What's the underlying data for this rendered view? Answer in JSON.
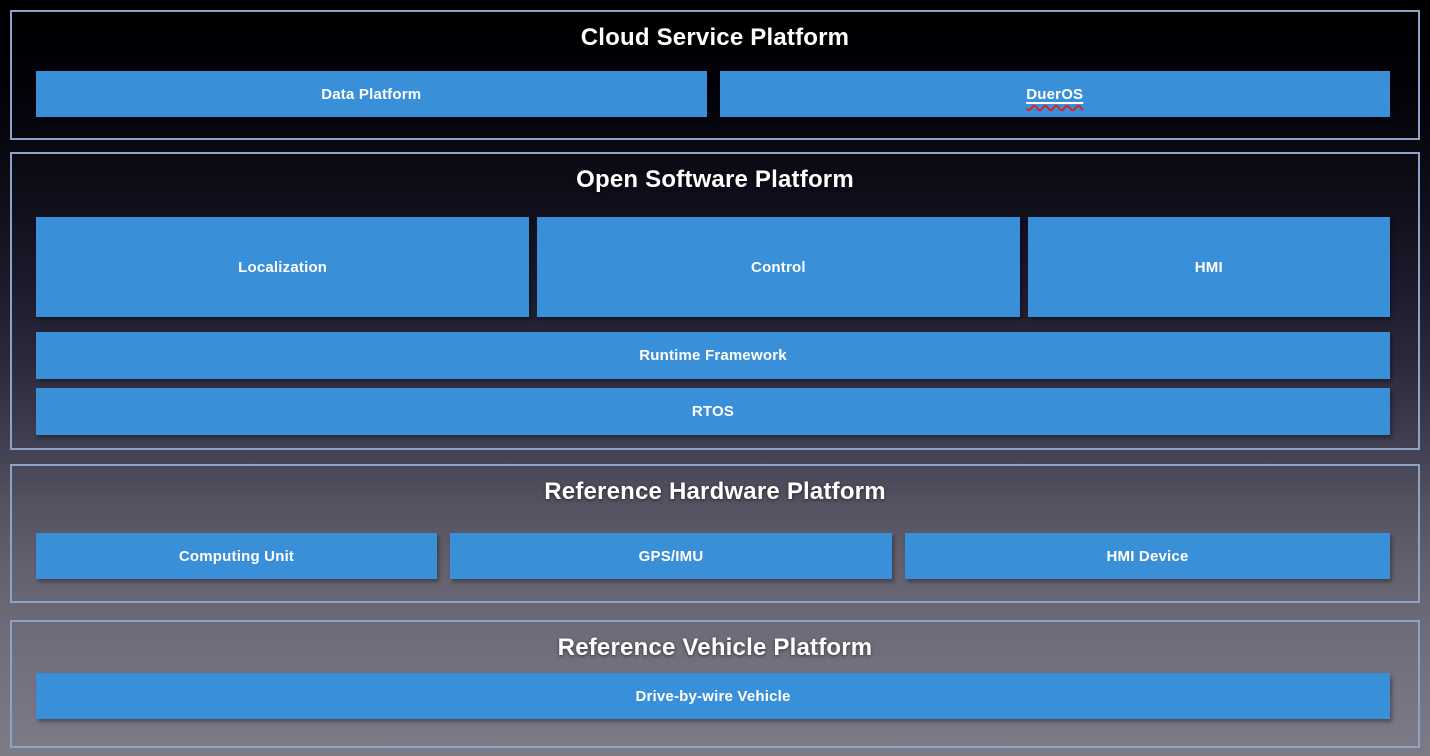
{
  "colors": {
    "box_fill": "#3a90d8",
    "panel_border": "#8da2c6",
    "text": "#ffffff",
    "spellcheck_wave": "#e02020"
  },
  "sections": [
    {
      "title": "Cloud Service Platform",
      "rows": [
        {
          "boxes": [
            {
              "label": "Data Platform"
            },
            {
              "label": "DuerOS",
              "spellcheck_underline": true
            }
          ]
        }
      ]
    },
    {
      "title": "Open Software Platform",
      "rows": [
        {
          "boxes": [
            {
              "label": "Localization"
            },
            {
              "label": "Control"
            },
            {
              "label": "HMI"
            }
          ]
        },
        {
          "boxes": [
            {
              "label": "Runtime Framework"
            }
          ]
        },
        {
          "boxes": [
            {
              "label": "RTOS"
            }
          ]
        }
      ]
    },
    {
      "title": "Reference Hardware Platform",
      "rows": [
        {
          "boxes": [
            {
              "label": "Computing Unit"
            },
            {
              "label": "GPS/IMU"
            },
            {
              "label": "HMI Device"
            }
          ]
        }
      ]
    },
    {
      "title": "Reference Vehicle Platform",
      "rows": [
        {
          "boxes": [
            {
              "label": "Drive-by-wire Vehicle"
            }
          ]
        }
      ]
    }
  ]
}
